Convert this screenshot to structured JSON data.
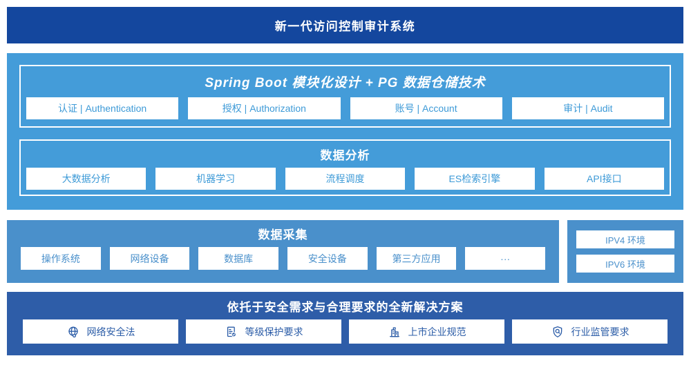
{
  "colors": {
    "banner_bg": "#14479E",
    "platform_bg": "#449CD9",
    "collection_bg": "#4A90CB",
    "solution_bg": "#2E5DA8",
    "module_text_sky": "#3D9AD7",
    "module_text_navy": "#2B5CA7",
    "box_bg": "#FFFFFF"
  },
  "banner": {
    "title": "新一代访问控制审计系统"
  },
  "platform": {
    "title": "Spring Boot 模块化设计 + PG 数据仓储技术",
    "modules": [
      {
        "label": "认证 | Authentication"
      },
      {
        "label": "授权 | Authorization"
      },
      {
        "label": "账号 | Account"
      },
      {
        "label": "审计 | Audit"
      }
    ]
  },
  "analysis": {
    "title": "数据分析",
    "modules": [
      {
        "label": "大数据分析"
      },
      {
        "label": "机器学习"
      },
      {
        "label": "流程调度"
      },
      {
        "label": "ES检索引擎"
      },
      {
        "label": "API接口"
      }
    ]
  },
  "collection": {
    "title": "数据采集",
    "sources": [
      {
        "label": "操作系统"
      },
      {
        "label": "网络设备"
      },
      {
        "label": "数据库"
      },
      {
        "label": "安全设备"
      },
      {
        "label": "第三方应用"
      },
      {
        "label": "···"
      }
    ]
  },
  "environments": {
    "items": [
      {
        "label": "IPV4 环境"
      },
      {
        "label": "IPV6 环境"
      }
    ]
  },
  "solution": {
    "title": "依托于安全需求与合理要求的全新解决方案",
    "items": [
      {
        "icon": "globe-icon",
        "label": "网络安全法"
      },
      {
        "icon": "document-check-icon",
        "label": "等级保护要求"
      },
      {
        "icon": "building-icon",
        "label": "上市企业规范"
      },
      {
        "icon": "shield-search-icon",
        "label": "行业监管要求"
      }
    ]
  }
}
